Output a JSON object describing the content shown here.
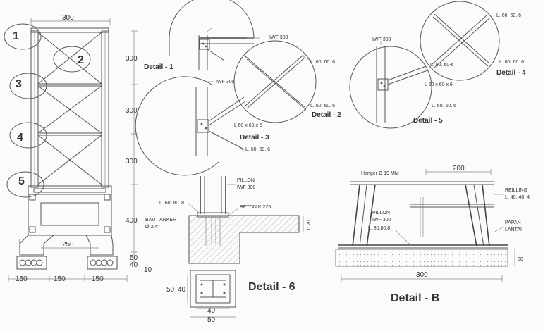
{
  "frame": {
    "top_dim": "300",
    "node_labels": [
      "1",
      "2",
      "3",
      "4",
      "5"
    ],
    "right_dims": [
      "300",
      "300",
      "300",
      "400",
      "50",
      "40"
    ],
    "base_dim_250": "250",
    "bottom_dims": [
      "150",
      "150",
      "150"
    ],
    "dim_10": "10"
  },
  "detail1": {
    "title": "Detail - 1",
    "iwf": "IWF 300"
  },
  "detail2": {
    "title": "Detail - 2",
    "iwf": "IWF 300",
    "angle_top": "L. 60. 60. 6",
    "angle_bot": "L. 60. 60. 6"
  },
  "detail3": {
    "title": "Detail - 3",
    "plate": "L 60 x 60 x 6",
    "angle": "L. 60. 60. 6"
  },
  "detail4": {
    "title": "Detail - 4",
    "angle_top": "L. 60. 60. 6",
    "angle_mid": "L. 60. 60. 6"
  },
  "detail5": {
    "title": "Detail - 5",
    "iwf": "IWF 300",
    "angle_top": "L. 60. 60-6",
    "plate": "L 60 x 60 x 6",
    "angle_bot": "L. 60. 60. 6"
  },
  "detail6": {
    "title": "Detail - 6",
    "pillon": "PILLON",
    "iwf": "IWF 300",
    "angle": "L. 60. 80. 8",
    "beton": "BETON K 225",
    "anchor_1": "BAUT ANKER",
    "anchor_2": "Ø 3/4\"",
    "dim_020": "0.20",
    "base_dims": [
      "50",
      "40",
      "40",
      "50"
    ]
  },
  "detailB": {
    "title": "Detail - B",
    "hanger": "Hanger Ø 19 MM",
    "dim_200": "200",
    "reiling_1": "REILLING",
    "reiling_2": "L. 40. 40. 4",
    "pillon": "PILLON",
    "iwf": "IWF 300",
    "angle": "L. 80.80.8",
    "papan_1": "PAPAN",
    "papan_2": "LANTAI",
    "dim_300": "300",
    "dim_50": "50"
  }
}
